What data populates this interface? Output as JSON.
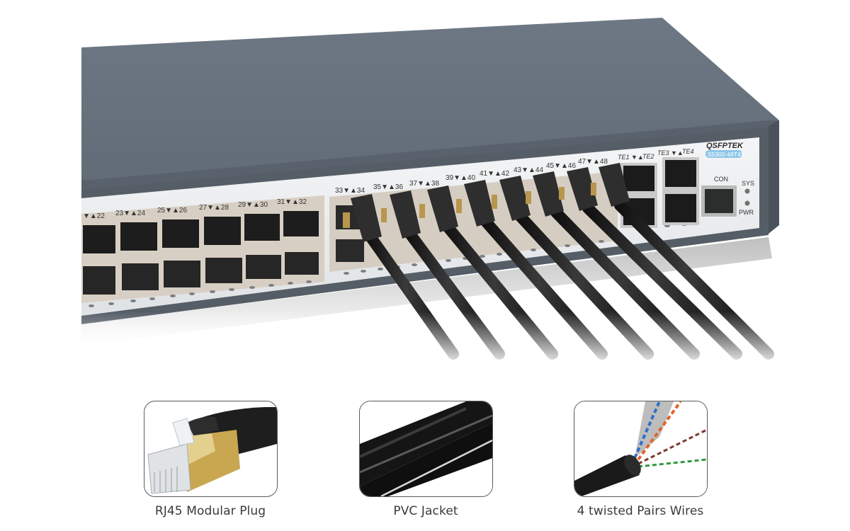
{
  "product_image": {
    "brand": "QSFPTEK",
    "model": "S5300-48T4X",
    "port_labels_left": [
      "▼▲22",
      "23▼▲24",
      "25▼▲26",
      "27▼▲28",
      "29▼▲30",
      "31▼▲32"
    ],
    "port_labels_right": [
      "33▼▲34",
      "35▼▲36",
      "37▼▲38",
      "39▼▲40",
      "41▼▲42",
      "43▼▲44",
      "45▼▲46",
      "47▼▲48"
    ],
    "sfp_labels": [
      "TE1",
      "▼▲",
      "TE2",
      "TE3",
      "▼▲",
      "TE4"
    ],
    "console_label": "CON",
    "led_labels": [
      "SYS",
      "PWR"
    ],
    "colors": {
      "chassis_top": "#6b7580",
      "chassis_edge": "#4d5560",
      "front_panel": "#eef0f2",
      "model_badge": "#8fc6ea",
      "cable": "#1c1c1c"
    }
  },
  "features": [
    {
      "caption": "RJ45 Modular Plug",
      "icon": "rj45-plug-image"
    },
    {
      "caption": "PVC Jacket",
      "icon": "pvc-jacket-image"
    },
    {
      "caption": "4 twisted Pairs Wires",
      "icon": "twisted-pairs-image"
    }
  ]
}
